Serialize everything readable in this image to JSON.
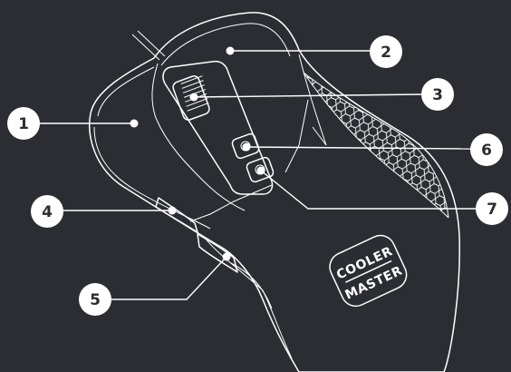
{
  "brand": {
    "logo_line1": "COOLER",
    "logo_line2": "MASTER"
  },
  "callouts": [
    {
      "id": "left-button",
      "label": "1"
    },
    {
      "id": "right-button",
      "label": "2"
    },
    {
      "id": "scroll-wheel",
      "label": "3"
    },
    {
      "id": "side-button-forward",
      "label": "4"
    },
    {
      "id": "side-button-back",
      "label": "5"
    },
    {
      "id": "dpi-up-button",
      "label": "6"
    },
    {
      "id": "dpi-down-button",
      "label": "7"
    }
  ],
  "colors": {
    "background": "#2b2d33",
    "line": "#ffffff"
  }
}
